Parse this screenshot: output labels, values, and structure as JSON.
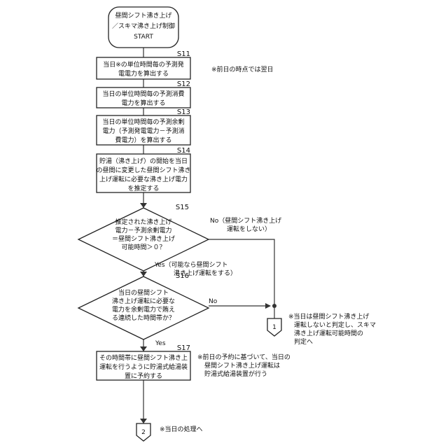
{
  "start": {
    "lines": [
      "昼間シフト沸き上げ",
      "／スキマ沸き上げ制御",
      "START"
    ]
  },
  "steps": [
    {
      "id": "S11",
      "lines": [
        "当日※の単位時間毎の予測発",
        "電電力を算出する"
      ]
    },
    {
      "id": "S12",
      "lines": [
        "当日の単位時間毎の予測消費",
        "電力を算出する"
      ]
    },
    {
      "id": "S13",
      "lines": [
        "当日の単位時間毎の予測余剰",
        "電力（予測発電電力－予測消",
        "費電力）を算出する"
      ]
    },
    {
      "id": "S14",
      "lines": [
        "貯湯（沸き上げ）の開始を当日",
        "の昼間に変更した昼間シフト沸き",
        "上げ運転に必要な沸き上げ電力",
        "を推定する"
      ]
    },
    {
      "id": "S17",
      "lines": [
        "その時間帯に昼間シフト沸き上",
        "運転を行うように貯湯式給湯装",
        "置に予約する"
      ]
    }
  ],
  "decisions": [
    {
      "id": "S15",
      "lines": [
        "推定された沸き上げ",
        "電力－予測余剰電力",
        "＝昼間シフト沸き上げ",
        "可能時間＞０？"
      ]
    },
    {
      "id": "S16",
      "lines": [
        "当日の昼間シフト",
        "沸き上げ運転に必要な",
        "電力を余剰電力で賄え",
        "る連続した時間帯か？"
      ]
    }
  ],
  "branch_labels": {
    "s15_no": [
      "No（昼間シフト沸き上げ",
      "運転をしない）"
    ],
    "s15_yes": [
      "Yes（可能なら昼間シフト",
      "沸き上げ運転をする）"
    ],
    "s16_no": "No",
    "s16_yes": "Yes"
  },
  "connectors": [
    "1",
    "2"
  ],
  "notes": {
    "s11": "※前日の時点では翌日",
    "conn1": [
      "※当日は昼間シフト沸き上げ",
      "運転しないと判定し、スキマ",
      "沸き上げ運転可能時間の",
      "判定へ"
    ],
    "s17": [
      "※前日の予約に基づいて、当日の",
      "昼間シフト沸き上げ運転は",
      "貯湯式給湯装置が行う"
    ],
    "conn2": "※当日の処理へ"
  }
}
